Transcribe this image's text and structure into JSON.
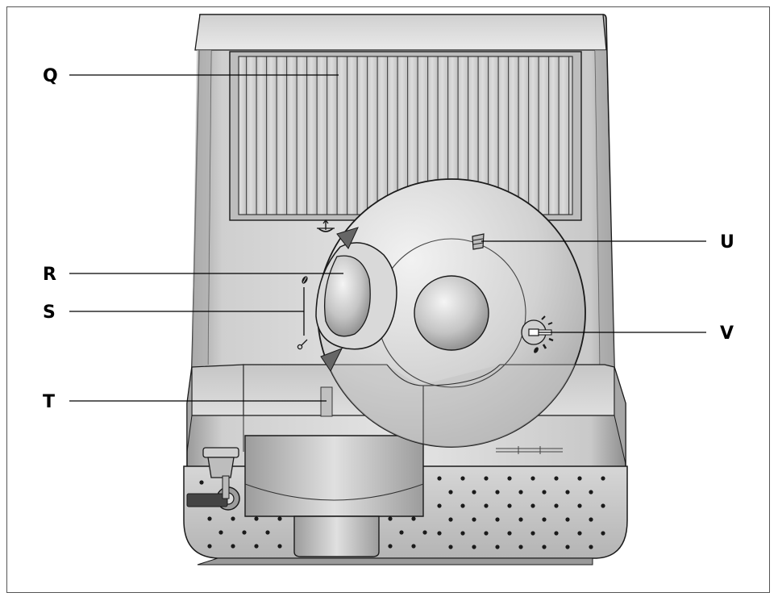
{
  "labels": {
    "q": "Q",
    "r": "R",
    "s": "S",
    "t": "T",
    "u": "U",
    "v": "V"
  },
  "colors": {
    "body_light": "#e6e6e6",
    "body_mid": "#bfbfbf",
    "body_dark": "#8c8c8c",
    "outline": "#1a1a1a",
    "label": "#000000"
  },
  "icons": [
    "cup-lift-icon",
    "coffee-bean-icon",
    "spoon-icon",
    "ground-coffee-icon",
    "grind-dial-icon"
  ]
}
